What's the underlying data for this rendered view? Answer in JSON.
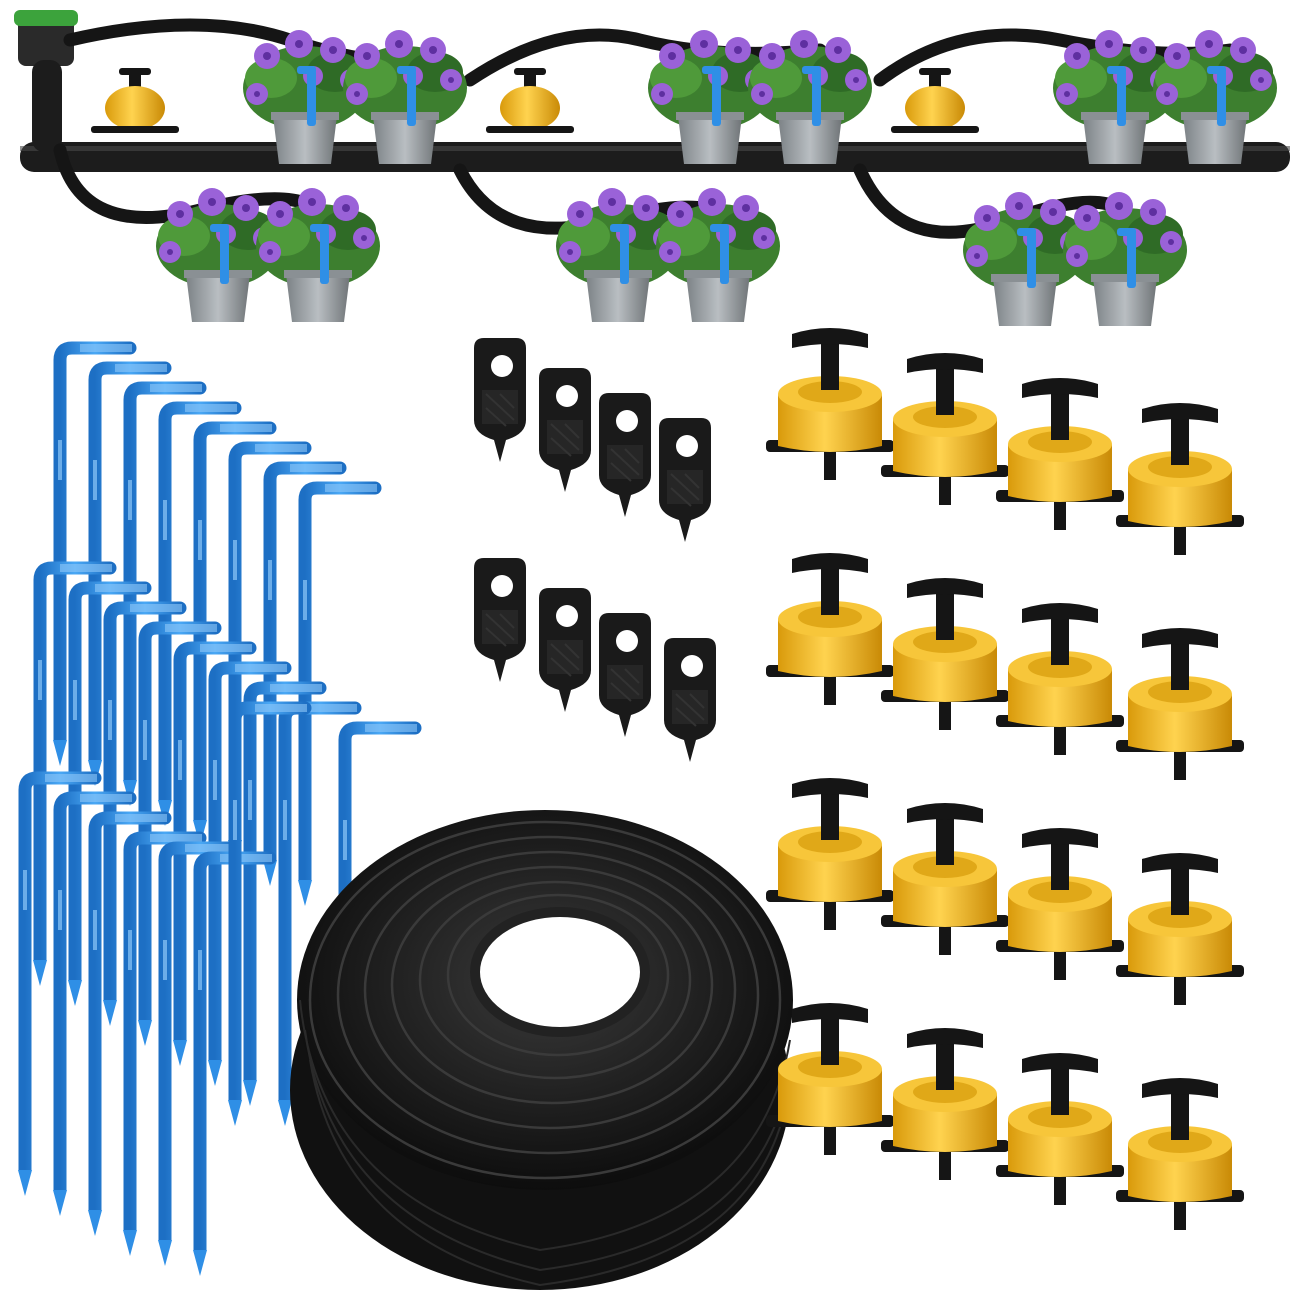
{
  "product_photo": {
    "colors": {
      "background": "#ffffff",
      "tube": "#1c1c1c",
      "dripper_yellow": "#f2b81f",
      "dripper_black": "#151515",
      "stake_blue": "#2f8fe6",
      "flower_purple": "#9a62d8",
      "leaf_green": "#3d7f2f",
      "pot_gray": "#9aa0a4",
      "connector_green": "#3ca33c"
    },
    "components": {
      "garden_setup": {
        "icon": "watering-setup-illustration",
        "plants": 12,
        "drippers_shown": 3
      },
      "bent_stakes": {
        "icon": "blue-arrow-dripper-stake",
        "count": 24
      },
      "hole_punches": {
        "icon": "black-punch-tool",
        "count": 8
      },
      "tubing_coil": {
        "icon": "black-tube-coil"
      },
      "adjustable_drippers": {
        "icon": "yellow-adjustable-dripper",
        "count": 16
      }
    }
  }
}
